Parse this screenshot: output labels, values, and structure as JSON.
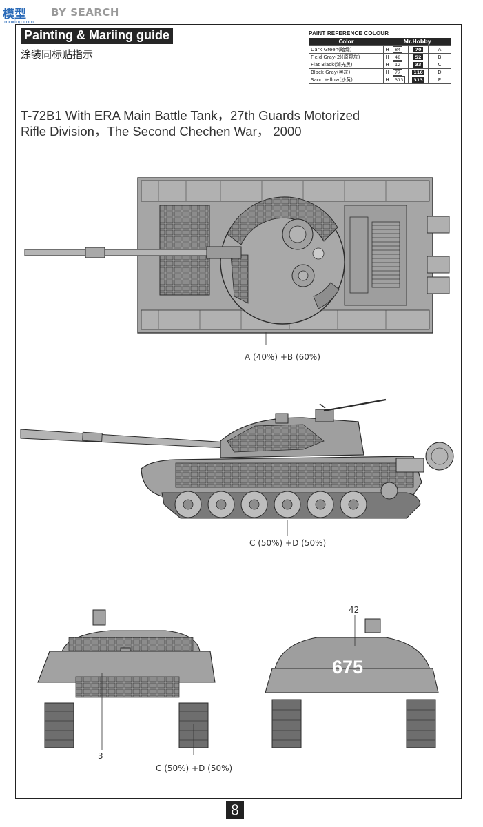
{
  "watermark": {
    "logo": "模型",
    "by": "BY SEARCH",
    "url": "moxing.com"
  },
  "title": "Painting & Mariing guide",
  "subtitle_cn": "涂装同标贴指示",
  "paint_reference": {
    "title": "PAINT REFERENCE COLOUR",
    "headers": {
      "color": "Color",
      "brand": "Mr.Hobby"
    },
    "rows": [
      {
        "name": "Dark Green(暗绿)",
        "h_prefix": "H",
        "h": "84",
        "mr": "70",
        "code": "A"
      },
      {
        "name": "Field Gray(2)(原野灰)",
        "h_prefix": "H",
        "h": "48",
        "mr": "52",
        "code": "B"
      },
      {
        "name": "Flat Black(消光黑)",
        "h_prefix": "H",
        "h": "12",
        "mr": "33",
        "code": "C"
      },
      {
        "name": "Black Gray(黑灰)",
        "h_prefix": "H",
        "h": "77",
        "mr": "116",
        "code": "D"
      },
      {
        "name": "Sand Yellow(沙黄)",
        "h_prefix": "H",
        "h": "313",
        "mr": "313",
        "code": "E"
      }
    ]
  },
  "heading": {
    "line1": "T-72B1 With ERA Main Battle Tank，27th Guards Motorized",
    "line2": "Rifle Division，The Second Chechen War， 2000"
  },
  "annotations": {
    "top_view": "A (40%) +B (60%)",
    "side_view": "C (50%) +D (50%)",
    "front_view_marker": "3",
    "rear_view_marker": "42",
    "bottom_views": "C (50%) +D (50%)"
  },
  "decal_number": "675",
  "page_number": "8",
  "colors": {
    "tank_gray": "#9b9b9b",
    "tank_dark": "#5e5e5e",
    "outline": "#2b2b2b",
    "label_bg": "#262626"
  }
}
